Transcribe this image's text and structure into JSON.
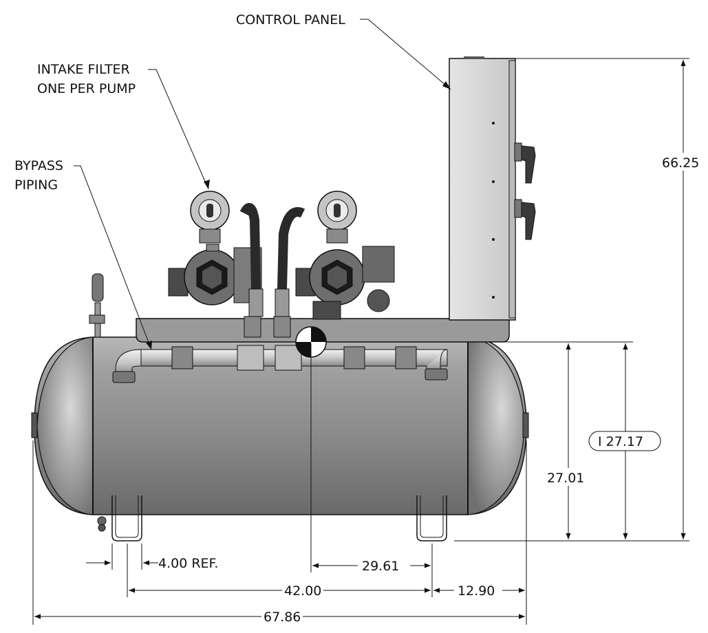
{
  "callouts": {
    "control_panel": "CONTROL PANEL",
    "intake_filter_line1": "INTAKE FILTER",
    "intake_filter_line2": "ONE PER PUMP",
    "bypass_line1": "BYPASS",
    "bypass_line2": "PIPING"
  },
  "dimensions": {
    "overall_height": "66.25",
    "ref_height_box": "I 27.17",
    "inlet_height": "27.01",
    "foot_width": "4.00 REF.",
    "cg_to_right": "29.61",
    "foot_span": "42.00",
    "foot_to_end": "12.90",
    "overall_length": "67.86"
  },
  "colors": {
    "tank_gray": "#8c8c8c",
    "panel_gray": "#d6d6d6",
    "line": "#111111"
  }
}
